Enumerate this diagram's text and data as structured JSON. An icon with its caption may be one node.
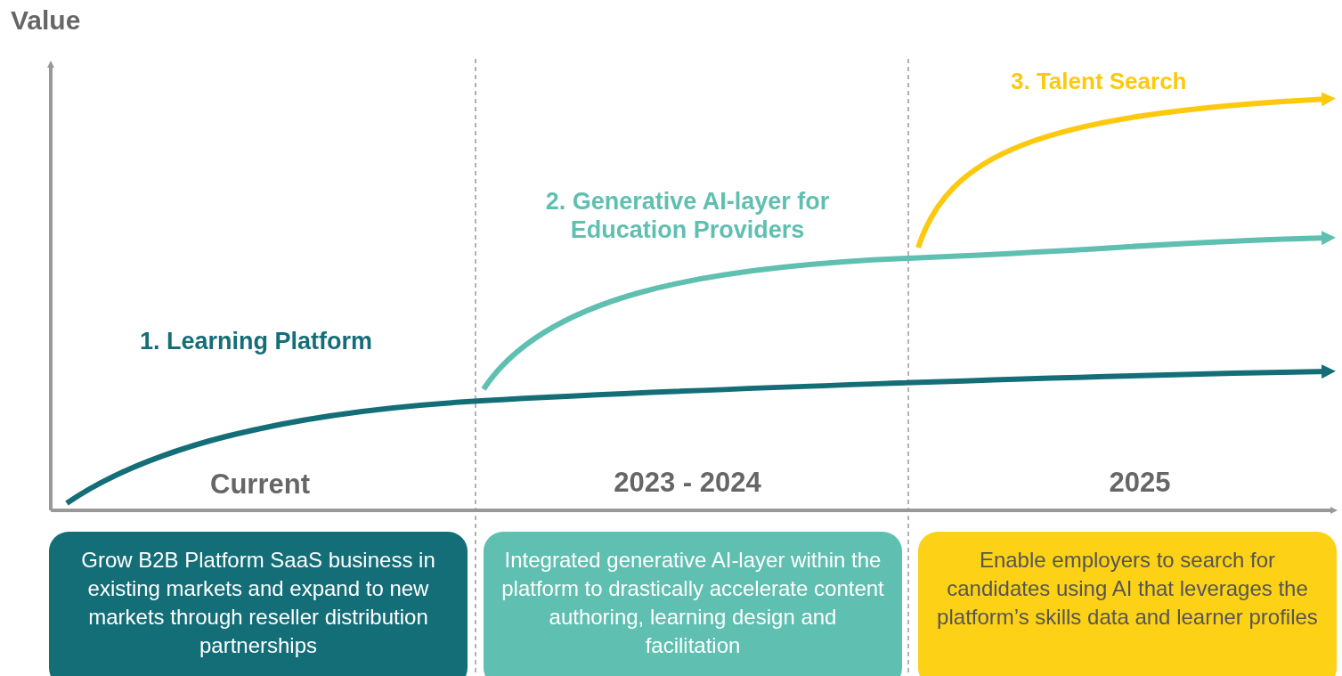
{
  "diagram": {
    "nodes": [
      {
        "text": [
          "Grow B2B Platform SaaS business in existing markets and expand to new markets through reseller distribution partnerships"
        ]
      },
      {
        "text": [
          "Integrated generative AI-layer within the platform to drastically accelerate content authoring, learning design and facilitation"
        ]
      },
      {
        "text": [
          "Enable employers to search for candidates using AI that leverages the platform’s skills data and learner profiles"
        ]
      }
    ],
    "labels": [
      "Value",
      "3. Talent Search",
      "2. Generative AI-layer for Education Providers",
      "1. Learning Platform",
      "Current",
      "2023 - 2024",
      "2025"
    ]
  }
}
